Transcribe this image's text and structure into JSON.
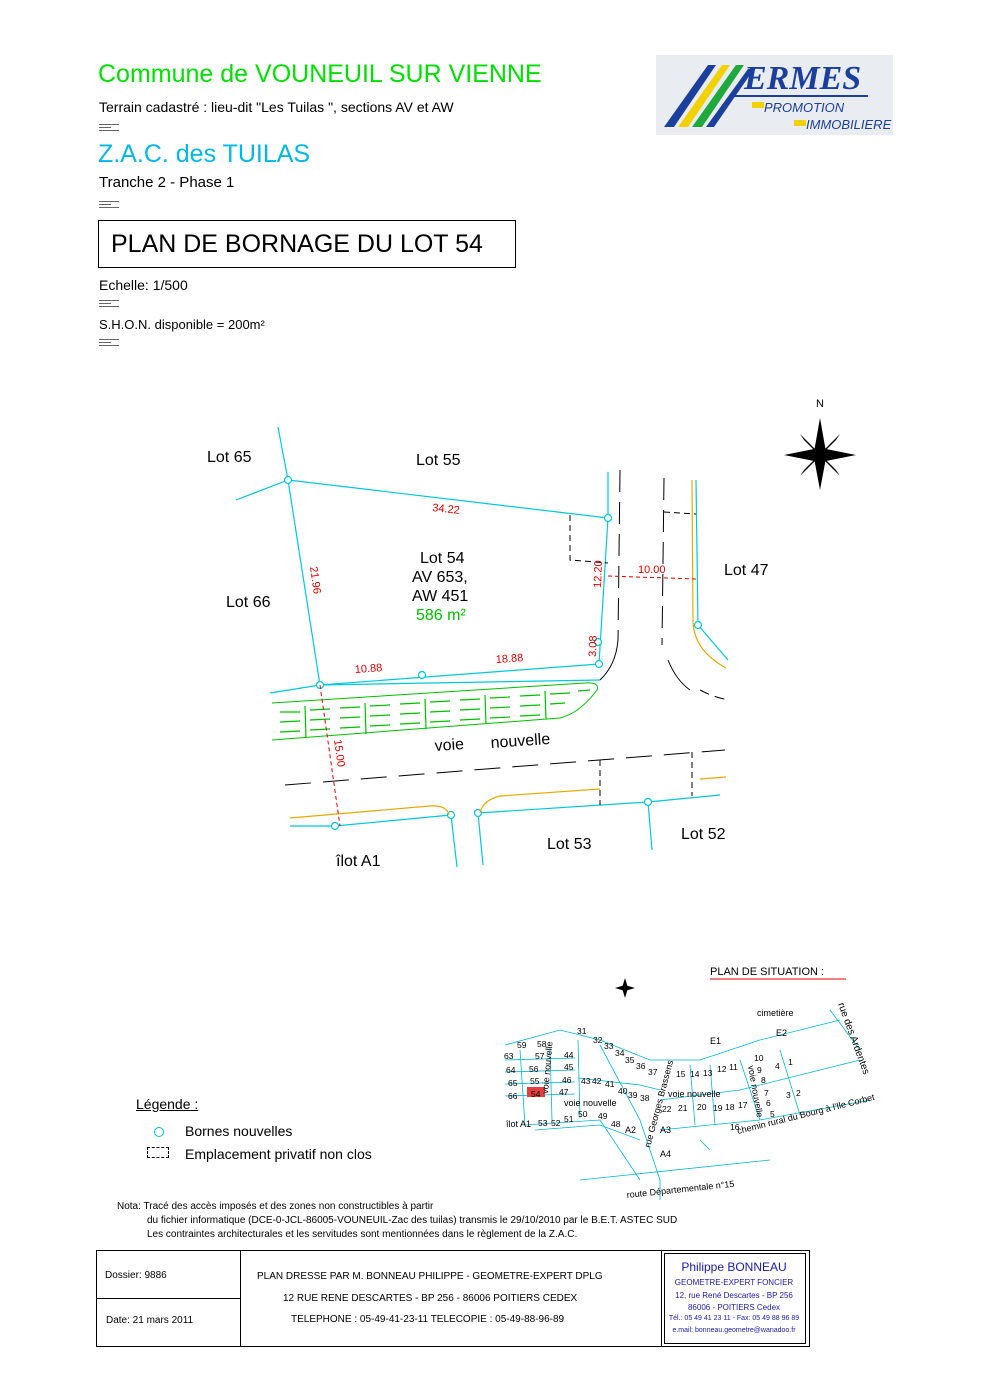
{
  "header": {
    "commune": "Commune de VOUNEUIL SUR VIENNE",
    "terrain": "Terrain cadastré : lieu-dit \"Les Tuilas \", sections AV et AW",
    "zac": "Z.A.C. des TUILAS",
    "tranche": "Tranche 2 - Phase 1",
    "plan_title": "PLAN DE BORNAGE DU LOT 54",
    "echelle": "Echelle: 1/500",
    "shon": "S.H.O.N. disponible = 200m²"
  },
  "logo": {
    "name": "ERMES",
    "line1": "PROMOTION",
    "line2": "IMMOBILIERE",
    "colors": {
      "blue": "#1b3f9c",
      "yellow": "#f2d100",
      "green": "#1fa83c"
    }
  },
  "plan": {
    "north": "N",
    "lots": {
      "lot65": "Lot 65",
      "lot55": "Lot 55",
      "lot66": "Lot 66",
      "lot47": "Lot 47",
      "lot53": "Lot 53",
      "lot52": "Lot 52",
      "ilot": "îlot A1"
    },
    "lot54": {
      "name": "Lot 54",
      "ref1": "AV 653,",
      "ref2": "AW 451",
      "area": "586 m²"
    },
    "road": {
      "word1": "voie",
      "word2": "nouvelle"
    },
    "dims": {
      "d1": "34.22",
      "d2": "21.96",
      "d3": "12.20",
      "d4": "10.00",
      "d5": "3.08",
      "d6": "10.88",
      "d7": "18.88",
      "d8": "15.00"
    },
    "colors": {
      "boundary": "#00c8dc",
      "dimension": "#e00000",
      "green": "#00c000",
      "curb": "#e8a800"
    }
  },
  "situation": {
    "title": "PLAN DE SITUATION :",
    "labels": {
      "cimetiere": "cimetière",
      "ardentes": "rue des Ardentes",
      "e1": "E1",
      "e2": "E2",
      "brassens": "rue Georges Brassens",
      "voie1": "voie nouvelle",
      "voie2": "voie nouvelle",
      "voie3": "voie nouvelle",
      "voie4": "voie nouvelle",
      "chemin": "chemin rural du Bourg à l'Ile Corbet",
      "route": "route Départementale n°15",
      "ilot": "îlot A1",
      "a2": "A2",
      "a3": "A3",
      "a4": "A4"
    },
    "lot_numbers": [
      "31",
      "32",
      "33",
      "34",
      "35",
      "36",
      "37",
      "59",
      "58",
      "63",
      "57",
      "44",
      "64",
      "56",
      "45",
      "65",
      "55",
      "46",
      "43",
      "42",
      "41",
      "66",
      "54",
      "47",
      "40",
      "39",
      "38",
      "53",
      "52",
      "51",
      "50",
      "49",
      "48",
      "15",
      "14",
      "13",
      "12",
      "11",
      "10",
      "9",
      "8",
      "7",
      "6",
      "5",
      "4",
      "3",
      "2",
      "1",
      "22",
      "21",
      "20",
      "19",
      "18",
      "17",
      "16"
    ]
  },
  "legend": {
    "title": "Légende :",
    "item1": "Bornes nouvelles",
    "item2": "Emplacement privatif non clos"
  },
  "nota": {
    "line1": "Nota: Tracé des accès imposés et des zones non constructibles à partir",
    "line2": "du fichier informatique (DCE-0-JCL-86005-VOUNEUIL-Zac des tuilas) transmis  le 29/10/2010 par le B.E.T. ASTEC SUD",
    "line3": "Les contraintes architecturales et les servitudes sont mentionnées dans le règlement de la Z.A.C."
  },
  "cartouche": {
    "dossier": "Dossier: 9886",
    "date": "Date: 21 mars 2011",
    "plan_dresse": "PLAN DRESSE PAR M. BONNEAU PHILIPPE - GEOMETRE-EXPERT DPLG",
    "adresse": "12 RUE RENE DESCARTES - BP 256 - 86006 POITIERS CEDEX",
    "telephone": "TELEPHONE : 05-49-41-23-11  TELECOPIE : 05-49-88-96-89",
    "pb_name": "Philippe BONNEAU",
    "pb_title": "GEOMETRE-EXPERT FONCIER",
    "pb_addr1": "12, rue René Descartes - BP 256",
    "pb_addr2": "86006 -  POITIERS Cedex",
    "pb_tel": "Tél.: 05 49 41 23 11 - Fax: 05 49 88 96 89",
    "pb_email": "e.mail: bonneau.geometre@wanadoo.fr"
  }
}
